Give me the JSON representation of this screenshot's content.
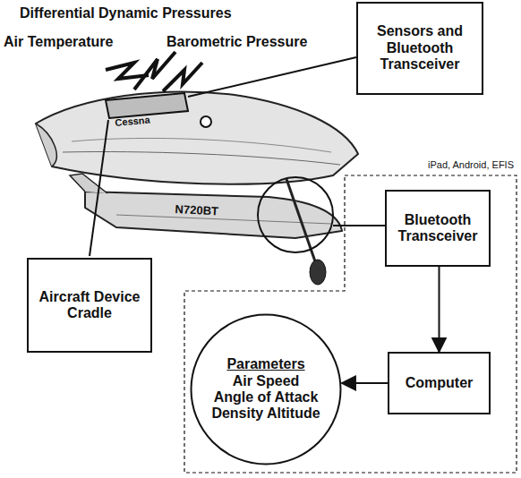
{
  "diagram": {
    "nodes": [
      {
        "text": [
          "Sensors and Bluetooth Transceiver"
        ]
      },
      {
        "text": [
          "Aircraft Device Cradle"
        ]
      },
      {
        "text": [
          "iPad, Android, EFIS"
        ]
      },
      {
        "text": [
          "Bluetooth Transceiver"
        ],
        "in": 2
      },
      {
        "text": [
          "Computer"
        ],
        "in": 2
      },
      {
        "text": [
          "Parameters",
          "Air Speed",
          "Angle of Attack",
          "Density Altitude"
        ],
        "in": 2
      }
    ],
    "edges": [
      {
        "from": 3,
        "to": 4,
        "arrow": "to"
      },
      {
        "from": 4,
        "to": 5,
        "arrow": "to"
      }
    ],
    "labels": [
      "Differential Dynamic Pressures",
      "Air Temperature",
      "Barometric Pressure",
      "Cessna",
      "N720BT"
    ]
  }
}
